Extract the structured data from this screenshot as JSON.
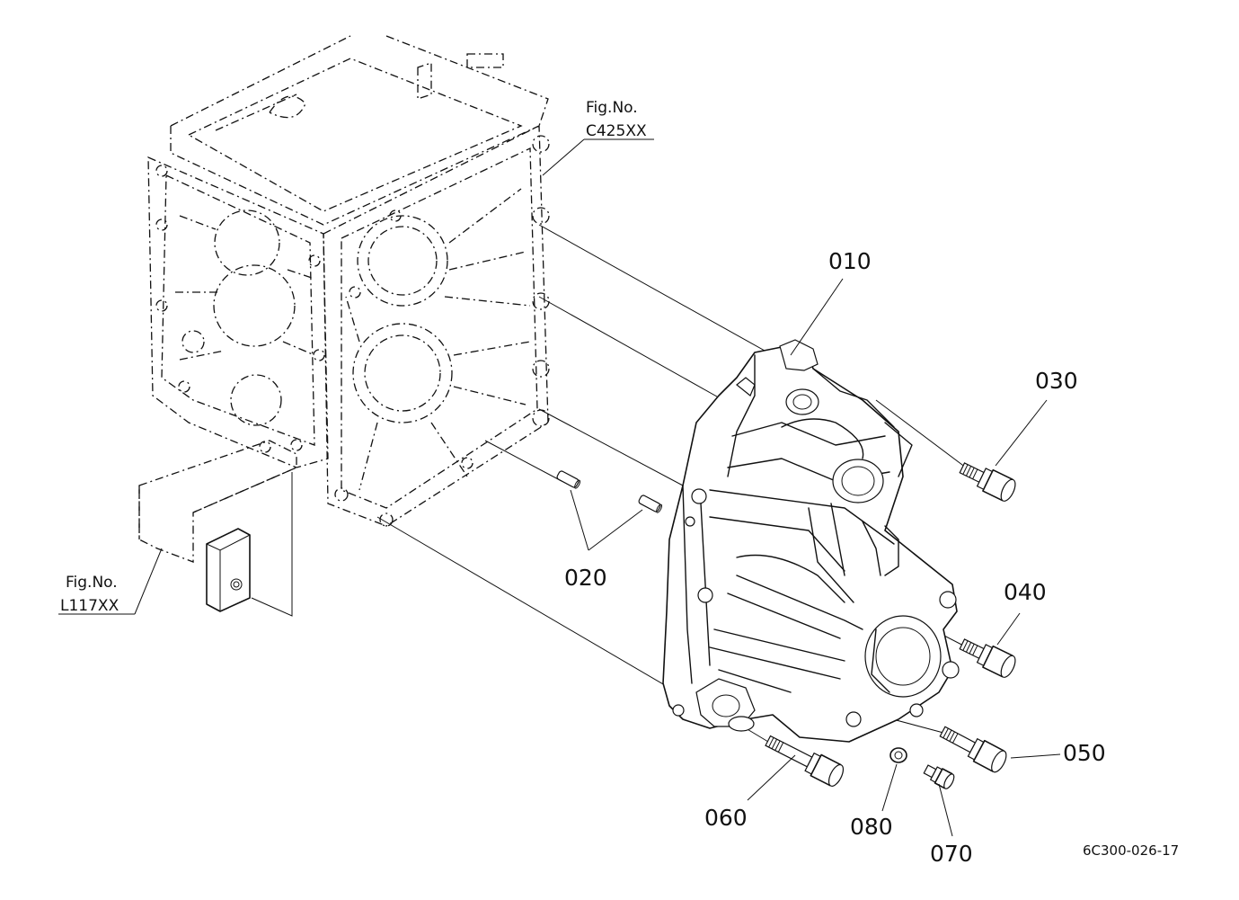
{
  "references": [
    {
      "id": "fig-c425",
      "line1": "Fig.No.",
      "line2": "C425XX"
    },
    {
      "id": "fig-l117",
      "line1": "Fig.No.",
      "line2": "L117XX"
    }
  ],
  "parts": [
    "010",
    "020",
    "030",
    "040",
    "050",
    "060",
    "070",
    "080"
  ],
  "diagram_code": "6C300-026-17"
}
